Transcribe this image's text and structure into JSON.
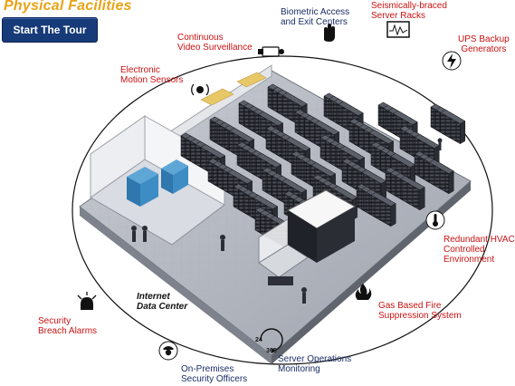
{
  "header": {
    "title": "Physical Facilities",
    "tour_button": "Start The Tour"
  },
  "floor_label": {
    "line1": "Internet",
    "line2": "Data Center"
  },
  "features": [
    {
      "key": "video",
      "line1": "Continuous",
      "line2": "Video Surveillance",
      "icon": "camera-icon",
      "color": "#cc1111"
    },
    {
      "key": "biometric",
      "line1": "Biometric Access",
      "line2": "and Exit Centers",
      "icon": "hand-icon",
      "color": "#1a2d66"
    },
    {
      "key": "racks",
      "line1": "Seismically-braced",
      "line2": "Server Racks",
      "icon": "seismograph-icon",
      "color": "#cc1111"
    },
    {
      "key": "ups",
      "line1": "UPS Backup",
      "line2": "Generators",
      "icon": "lightning-icon",
      "color": "#cc1111"
    },
    {
      "key": "motion",
      "line1": "Electronic",
      "line2": "Motion Sensors",
      "icon": "sensor-icon",
      "color": "#cc1111"
    },
    {
      "key": "hvac",
      "line1": "Redundant HVAC",
      "line2": "Controlled",
      "line3": "Environment",
      "icon": "thermometer-icon",
      "color": "#cc1111"
    },
    {
      "key": "fire",
      "line1": "Gas Based Fire",
      "line2": "Suppression System",
      "icon": "flame-icon",
      "color": "#cc1111"
    },
    {
      "key": "alarm",
      "line1": "Security",
      "line2": "Breach Alarms",
      "icon": "alarm-icon",
      "color": "#cc1111"
    },
    {
      "key": "officers",
      "line1": "On-Premises",
      "line2": "Security Officers",
      "icon": "officer-icon",
      "color": "#1a2d66"
    },
    {
      "key": "monitoring",
      "line1": "Server Operations",
      "line2": "Monitoring",
      "icon": "clock-24-365-icon",
      "color": "#1a2d66",
      "badge1": "24",
      "badge2": "365"
    }
  ]
}
